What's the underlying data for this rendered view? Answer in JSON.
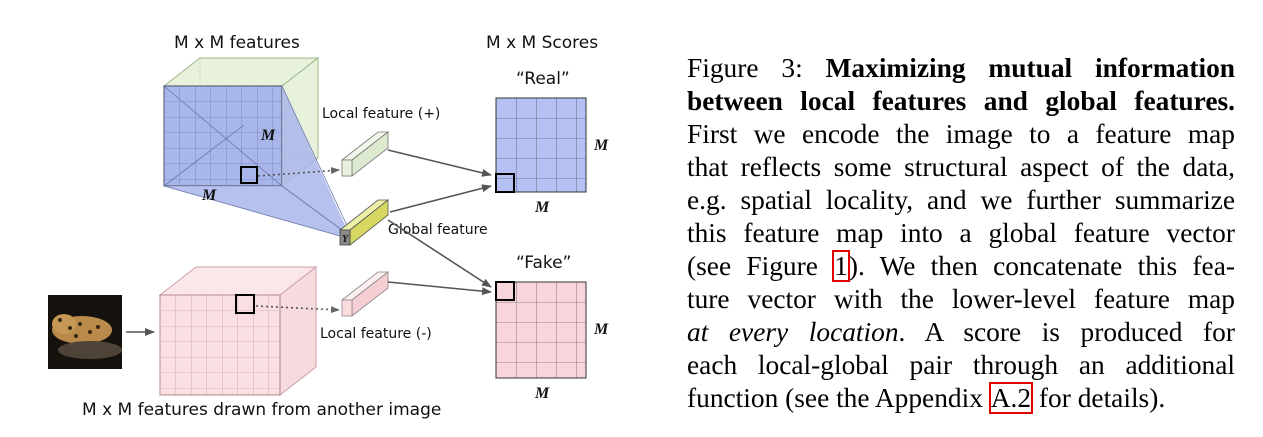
{
  "figure": {
    "mm_features_label": "M x M features",
    "mm_scores_label": "M x M Scores",
    "real_label": "“Real”",
    "fake_label": "“Fake”",
    "local_pos_label": "Local feature (+)",
    "local_neg_label": "Local feature (-)",
    "global_label": "Global feature",
    "other_image_label": "M x M features drawn from another image",
    "m_symbol": "M",
    "y_symbol": "Y",
    "colors": {
      "green_cube": "#e7f1dc",
      "blue_cube": "#a9b6ea",
      "pink_cube": "#f9dfe2",
      "blue_grid": "#b6c1f3",
      "pink_grid": "#f7d5da",
      "global_bar": "#dfe27e",
      "local_pos": "#e9f2dd",
      "local_neg": "#fbdcdf"
    }
  },
  "caption": {
    "lines": [
      {
        "parts": [
          {
            "t": "Figure 3:  ",
            "s": "n"
          },
          {
            "t": "Maximizing mutual information",
            "s": "b"
          }
        ]
      },
      {
        "parts": [
          {
            "t": "between local features and global features.",
            "s": "b"
          }
        ]
      },
      {
        "parts": [
          {
            "t": "First we encode the image to a feature map",
            "s": "n"
          }
        ]
      },
      {
        "parts": [
          {
            "t": "that reflects some structural aspect of the data,",
            "s": "n"
          }
        ]
      },
      {
        "parts": [
          {
            "t": "e.g. spatial locality, and we further summarize",
            "s": "n"
          }
        ]
      },
      {
        "parts": [
          {
            "t": "this feature map into a global feature vector",
            "s": "n"
          }
        ]
      },
      {
        "parts": [
          {
            "t": "(see Figure ",
            "s": "n"
          },
          {
            "t": "1",
            "s": "ref"
          },
          {
            "t": "). We then concatenate this fea-",
            "s": "n"
          }
        ]
      },
      {
        "parts": [
          {
            "t": "ture vector with the lower-level feature map",
            "s": "n"
          }
        ]
      },
      {
        "parts": [
          {
            "t": "at every location",
            "s": "i"
          },
          {
            "t": ".  A score is produced for",
            "s": "n"
          }
        ]
      },
      {
        "parts": [
          {
            "t": "each local-global pair through an additional",
            "s": "n"
          }
        ]
      },
      {
        "parts": [
          {
            "t": "function (see the Appendix ",
            "s": "n"
          },
          {
            "t": "A.2",
            "s": "ref"
          },
          {
            "t": " for details).",
            "s": "n"
          }
        ]
      }
    ]
  }
}
